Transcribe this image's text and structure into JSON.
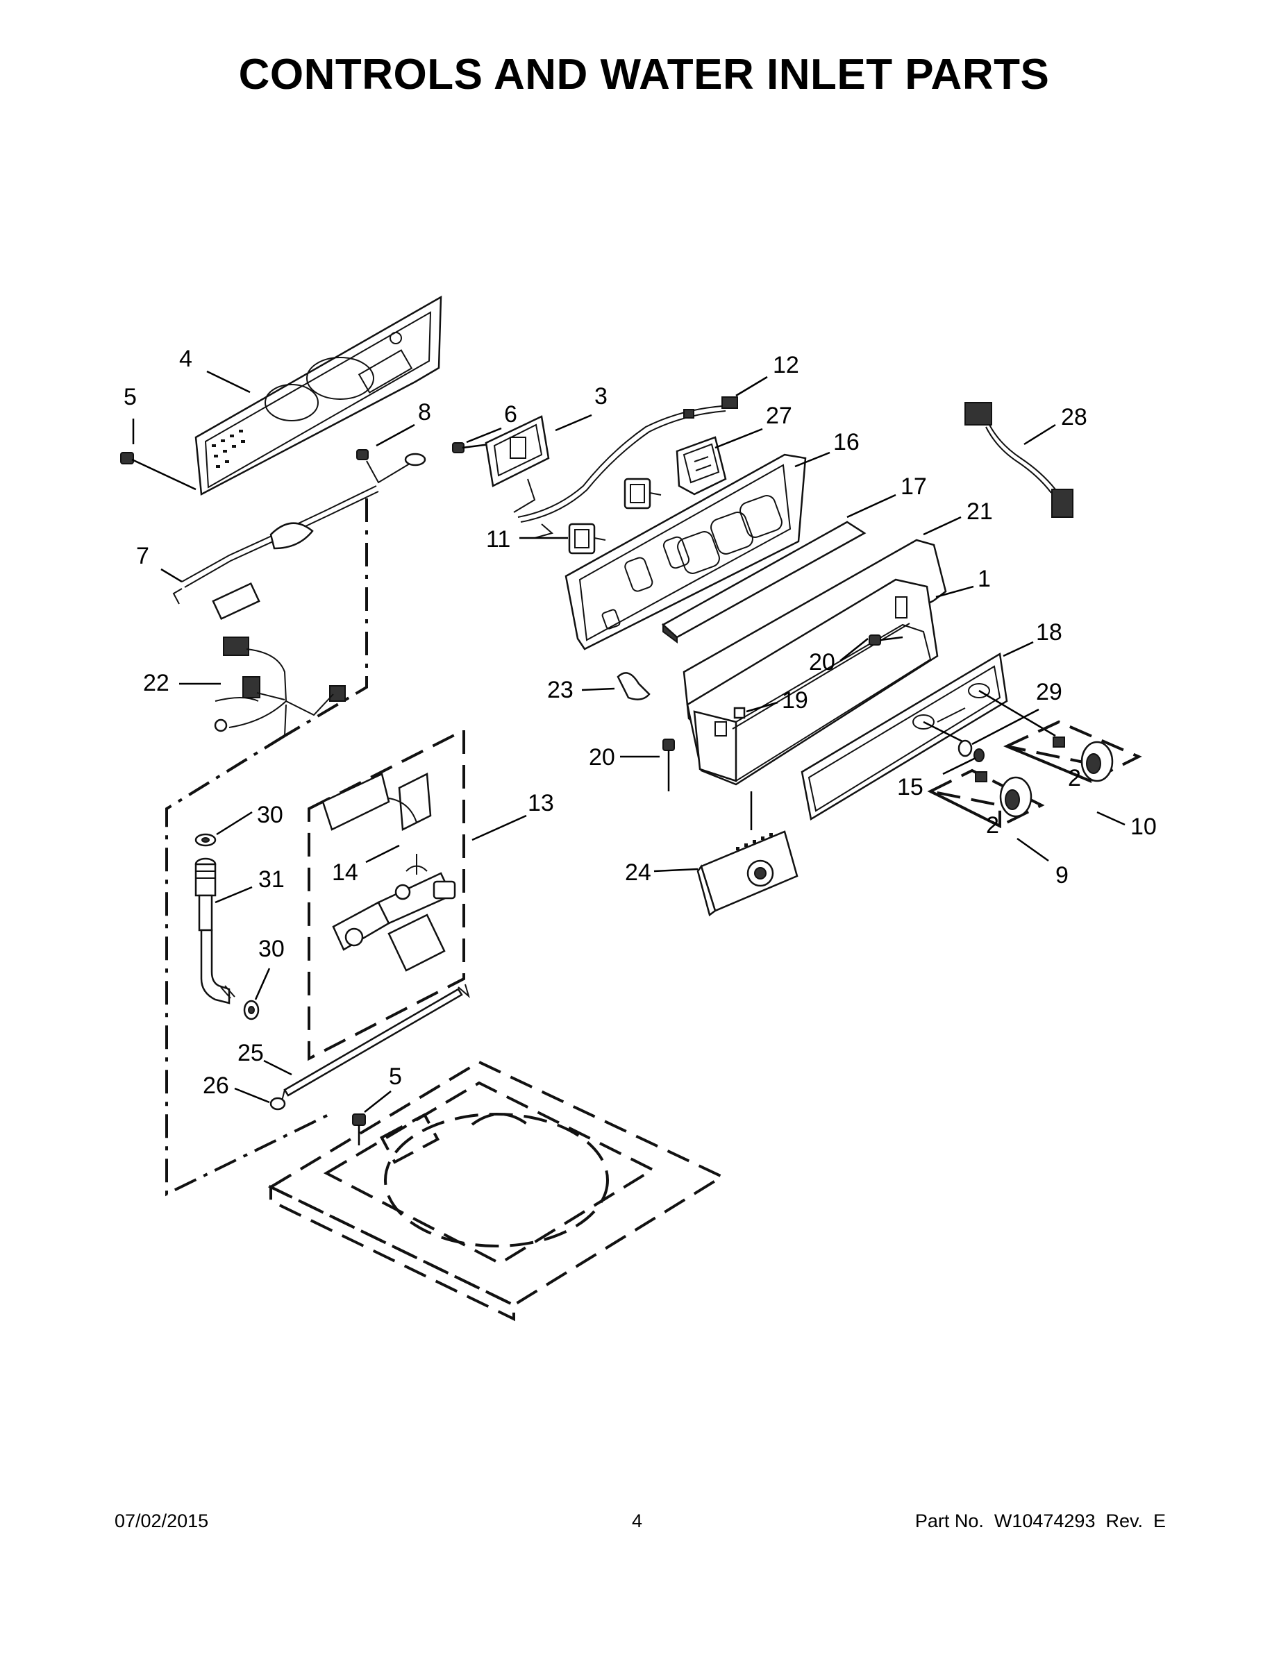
{
  "title": "CONTROLS AND WATER INLET PARTS",
  "footer": {
    "date": "07/02/2015",
    "page": "4",
    "part_number": "Part No.  W10474293  Rev.  E"
  },
  "callouts": [
    {
      "id": "c4",
      "text": "4"
    },
    {
      "id": "c5a",
      "text": "5"
    },
    {
      "id": "c8",
      "text": "8"
    },
    {
      "id": "c6",
      "text": "6"
    },
    {
      "id": "c3",
      "text": "3"
    },
    {
      "id": "c12",
      "text": "12"
    },
    {
      "id": "c27",
      "text": "27"
    },
    {
      "id": "c28",
      "text": "28"
    },
    {
      "id": "c16",
      "text": "16"
    },
    {
      "id": "c17",
      "text": "17"
    },
    {
      "id": "c21",
      "text": "21"
    },
    {
      "id": "c7",
      "text": "7"
    },
    {
      "id": "c11",
      "text": "11"
    },
    {
      "id": "c1",
      "text": "1"
    },
    {
      "id": "c22",
      "text": "22"
    },
    {
      "id": "c20a",
      "text": "20"
    },
    {
      "id": "c18",
      "text": "18"
    },
    {
      "id": "c23",
      "text": "23"
    },
    {
      "id": "c19",
      "text": "19"
    },
    {
      "id": "c29",
      "text": "29"
    },
    {
      "id": "c20b",
      "text": "20"
    },
    {
      "id": "c15",
      "text": "15"
    },
    {
      "id": "c2a",
      "text": "2"
    },
    {
      "id": "c13",
      "text": "13"
    },
    {
      "id": "c30a",
      "text": "30"
    },
    {
      "id": "c10",
      "text": "10"
    },
    {
      "id": "c2b",
      "text": "2"
    },
    {
      "id": "c31",
      "text": "31"
    },
    {
      "id": "c14",
      "text": "14"
    },
    {
      "id": "c24",
      "text": "24"
    },
    {
      "id": "c9",
      "text": "9"
    },
    {
      "id": "c30b",
      "text": "30"
    },
    {
      "id": "c25",
      "text": "25"
    },
    {
      "id": "c5b",
      "text": "5"
    },
    {
      "id": "c26",
      "text": "26"
    }
  ]
}
